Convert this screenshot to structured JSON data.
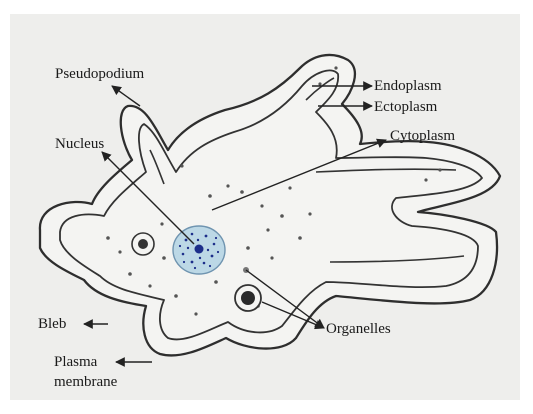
{
  "labels": {
    "pseudopodium": "Pseudopodium",
    "endoplasm": "Endoplasm",
    "ectoplasm": "Ectoplasm",
    "nucleus": "Nucleus",
    "cytoplasm": "Cytoplasm",
    "bleb": "Bleb",
    "organelles": "Organelles",
    "plasma_membrane_line1": "Plasma",
    "plasma_membrane_line2": "membrane"
  },
  "colors": {
    "paper": "#eeeeec",
    "ink": "#3a3a3a",
    "nucleus_fill": "#bcd8e6",
    "nucleus_dots": "#1d2f8a"
  }
}
